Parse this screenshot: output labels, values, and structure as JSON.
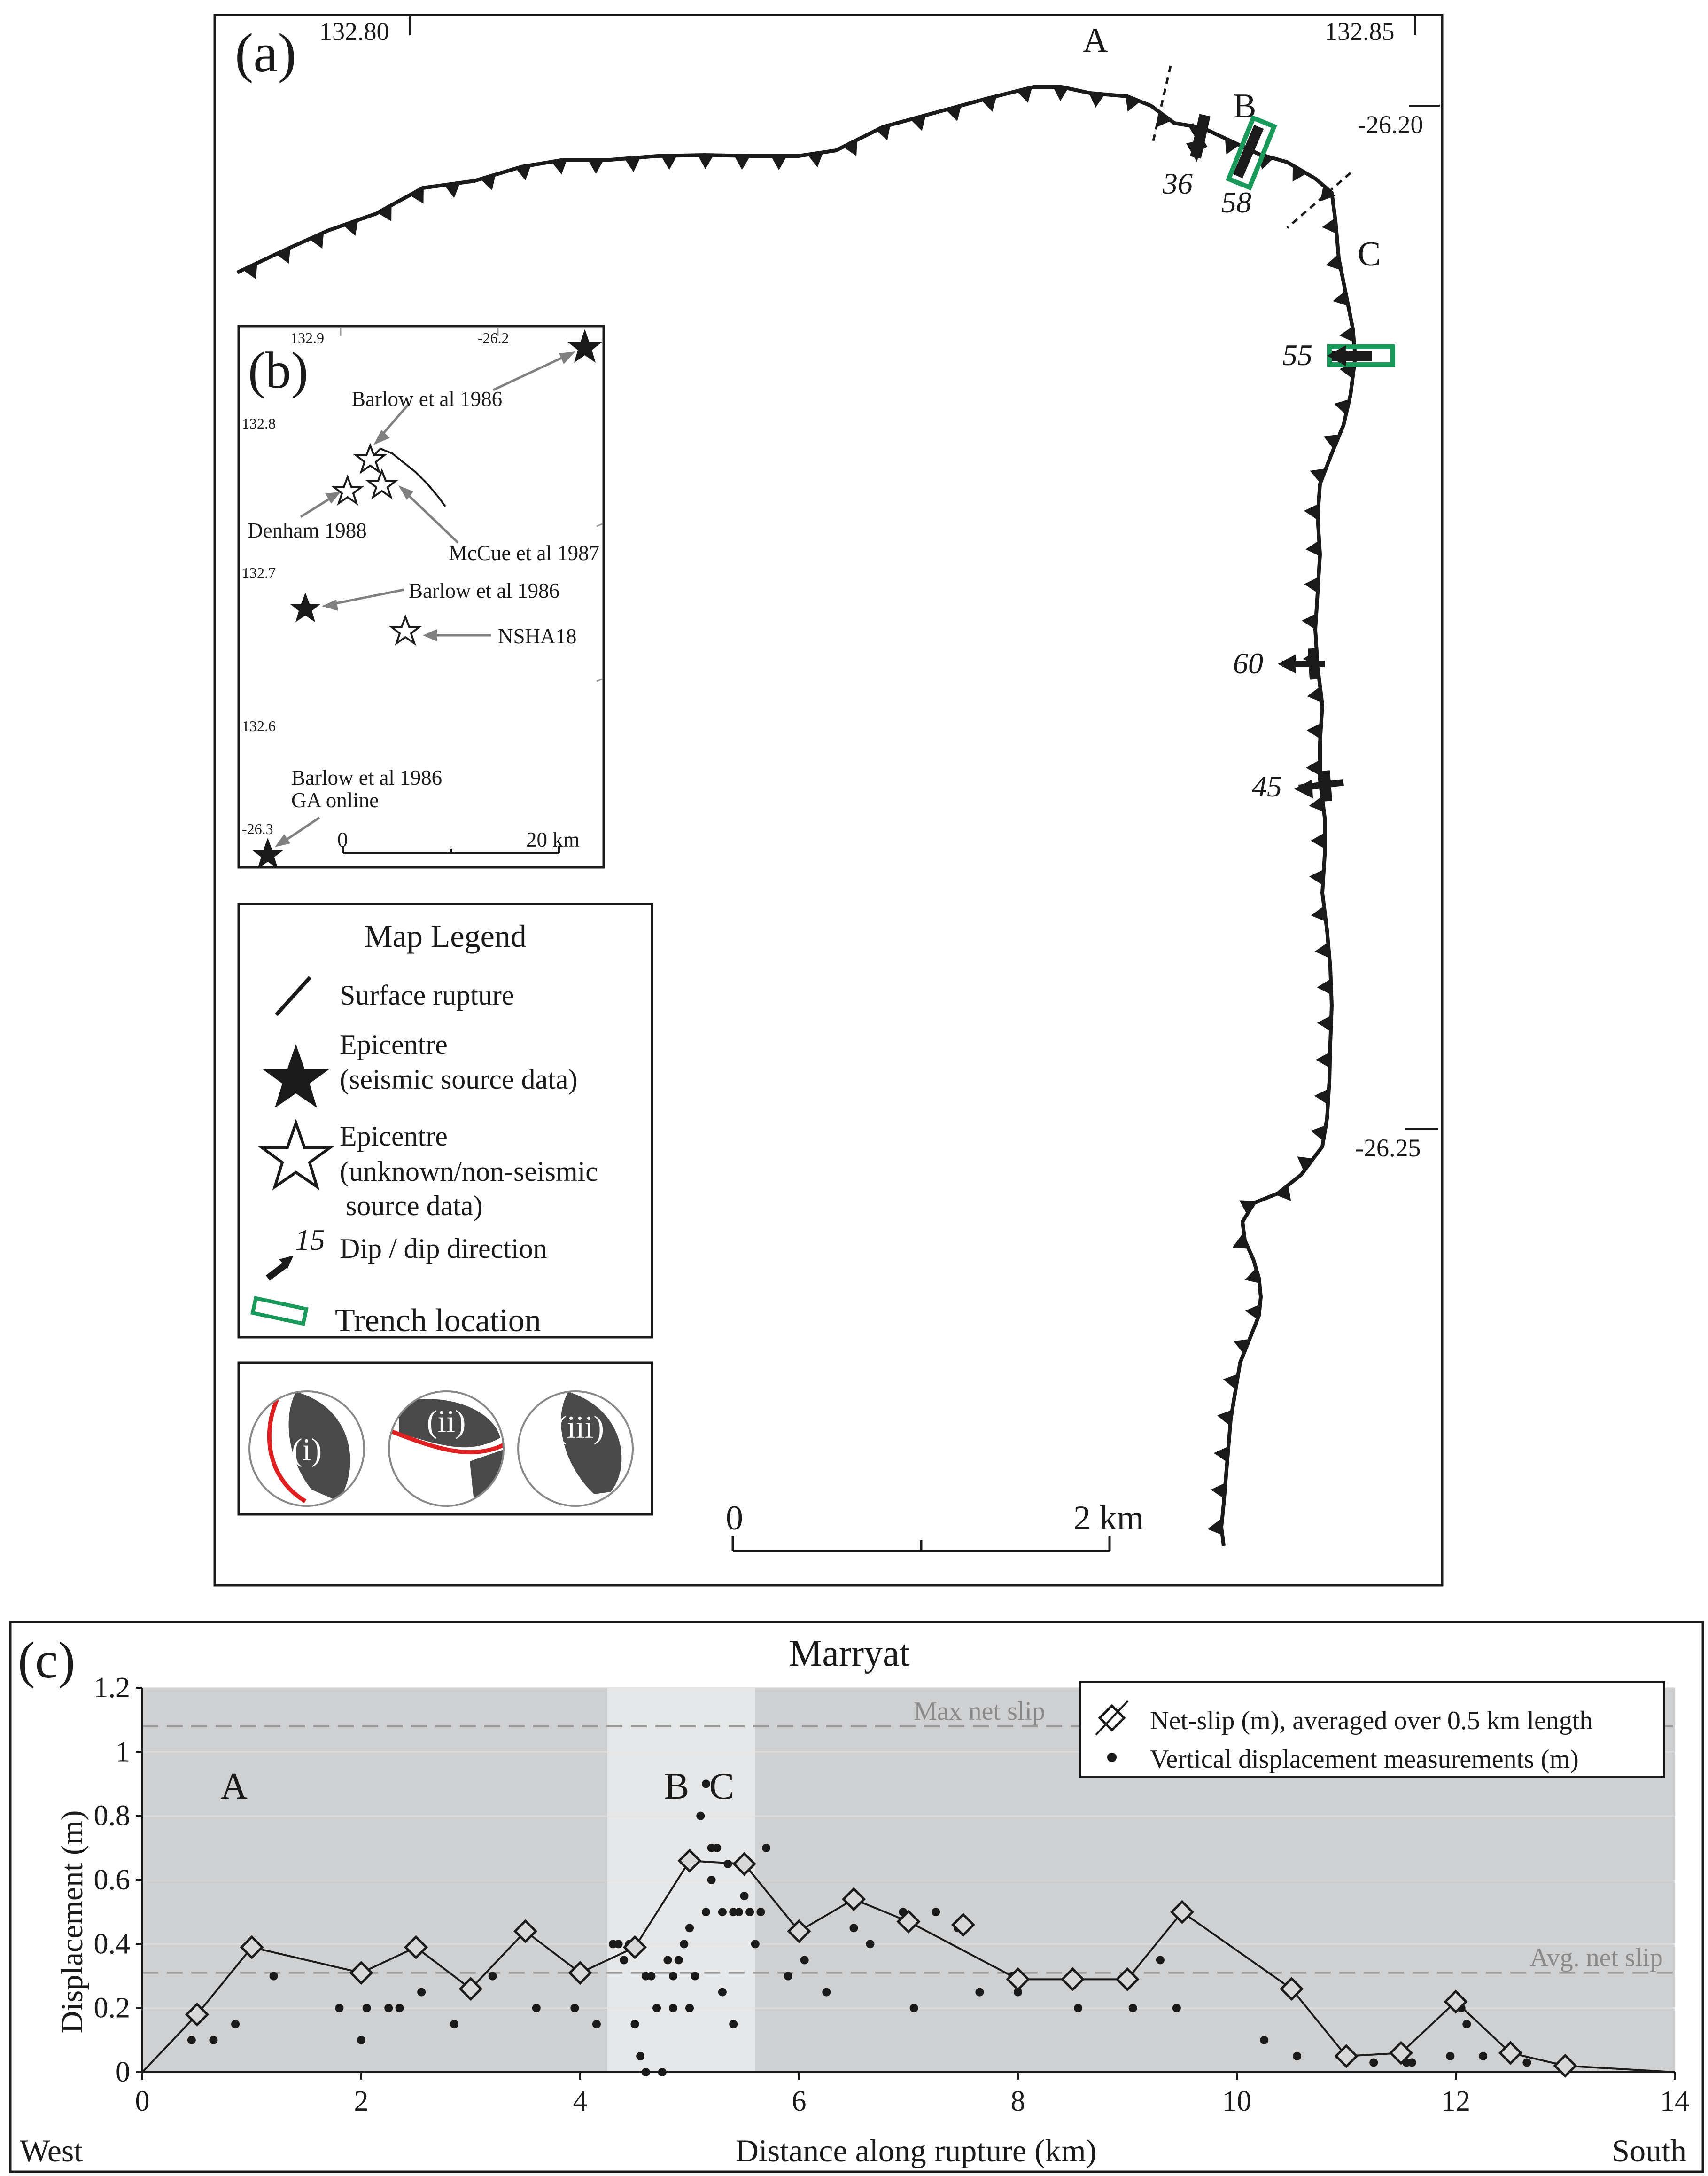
{
  "panel_a": {
    "label": "(a)",
    "lon_labels": [
      "132.80",
      "132.85"
    ],
    "lat_labels": [
      "-26.20",
      "-26.25"
    ],
    "segment_labels": [
      "A",
      "B",
      "C"
    ],
    "dip_labels": [
      "36",
      "58",
      "55",
      "60",
      "45"
    ],
    "scale_labels": [
      "0",
      "2 km"
    ]
  },
  "panel_b": {
    "label": "(b)",
    "corner_ticks": [
      "132.9",
      "-26.2",
      "-26.3"
    ],
    "side_ticks": [
      "132.8",
      "132.7",
      "132.6"
    ],
    "annotations": [
      "Barlow et al 1986",
      "Denham 1988",
      "McCue et al 1987",
      "Barlow et al 1986",
      "NSHA18",
      "Barlow et al 1986",
      "GA online"
    ],
    "scale_labels": [
      "0",
      "20 km"
    ]
  },
  "legend": {
    "title": "Map Legend",
    "surface_rupture": "Surface rupture",
    "epicentre": "Epicentre",
    "seismic": "(seismic source data)",
    "epicentre2": "Epicentre",
    "unknown1": "(unknown/non-seismic",
    "unknown2": "source data)",
    "dip_number": "15",
    "dip": "Dip / dip direction",
    "trench": "Trench location"
  },
  "focal_mechanisms": [
    "(i)",
    "(ii)",
    "(iii)"
  ],
  "colors": {
    "trench": "#1a9a5a",
    "nodal_plane": "#e02020",
    "mechanism": "#4a4a4a",
    "zone_dark": "#cfd0d2",
    "zone_light": "#e6e7e8"
  },
  "chart_data": {
    "type": "line",
    "panel_label": "(c)",
    "title": "Marryat",
    "xlabel": "Distance along rupture (km)",
    "ylabel": "Displacement (m)",
    "x_left_label": "West",
    "x_right_label": "South",
    "xlim": [
      0,
      14
    ],
    "ylim": [
      0,
      1.2
    ],
    "xticks": [
      "0",
      "2",
      "4",
      "6",
      "8",
      "10",
      "12",
      "14"
    ],
    "yticks": [
      "0",
      "0.2",
      "0.4",
      "0.6",
      "0.8",
      "1",
      "1.2"
    ],
    "zones": [
      {
        "label": "A",
        "from": 0,
        "to": 4.25
      },
      {
        "label": "B",
        "from": 4.25,
        "to": 5.6
      },
      {
        "label": "C",
        "from": 5.6,
        "to": 14
      }
    ],
    "reference_lines": [
      {
        "label": "Max net slip",
        "y": 1.08
      },
      {
        "label": "Avg. net slip",
        "y": 0.31
      }
    ],
    "series": [
      {
        "name": "Net-slip (m), averaged over 0.5 km length",
        "marker": "diamond",
        "line_x": [
          0,
          0.5,
          1,
          2,
          2.5,
          3,
          3.5,
          4,
          4.5,
          5,
          5.5,
          6,
          6.5,
          7,
          8,
          8.5,
          9,
          9.5,
          10.5,
          11,
          11.5,
          12,
          12.5,
          13,
          14
        ],
        "line_y": [
          0,
          0.18,
          0.39,
          0.31,
          0.39,
          0.26,
          0.44,
          0.31,
          0.39,
          0.66,
          0.65,
          0.44,
          0.54,
          0.47,
          0.29,
          0.29,
          0.29,
          0.5,
          0.26,
          0.05,
          0.06,
          0.22,
          0.06,
          0.02,
          0
        ],
        "x": [
          0.5,
          1,
          2,
          2.5,
          3,
          3.5,
          4,
          4.5,
          5,
          5.5,
          6,
          6.5,
          7,
          7.5,
          8,
          8.5,
          9,
          9.5,
          10.5,
          11,
          11.5,
          12,
          12.5,
          13
        ],
        "y": [
          0.18,
          0.39,
          0.31,
          0.39,
          0.26,
          0.44,
          0.31,
          0.39,
          0.66,
          0.65,
          0.44,
          0.54,
          0.47,
          0.46,
          0.29,
          0.29,
          0.29,
          0.5,
          0.26,
          0.05,
          0.06,
          0.22,
          0.06,
          0.02
        ]
      },
      {
        "name": "Vertical displacement measurements (m)",
        "marker": "dot",
        "x": [
          0.45,
          0.65,
          0.85,
          1.2,
          1.8,
          2.0,
          2.05,
          2.25,
          2.35,
          2.55,
          2.85,
          3.2,
          3.6,
          3.95,
          4.15,
          4.3,
          4.35,
          4.4,
          4.45,
          4.5,
          4.55,
          4.6,
          4.6,
          4.65,
          4.7,
          4.75,
          4.8,
          4.85,
          4.85,
          4.9,
          4.95,
          5.0,
          5.0,
          5.05,
          5.1,
          5.15,
          5.15,
          5.2,
          5.2,
          5.25,
          5.3,
          5.3,
          5.35,
          5.4,
          5.4,
          5.45,
          5.5,
          5.55,
          5.6,
          5.65,
          5.7,
          5.9,
          6.05,
          6.25,
          6.5,
          6.65,
          6.95,
          7.05,
          7.25,
          7.45,
          7.65,
          7.95,
          8.0,
          8.55,
          9.05,
          9.3,
          9.45,
          10.25,
          10.55,
          11.25,
          11.55,
          11.6,
          11.95,
          12.05,
          12.1,
          12.25,
          12.65
        ],
        "y": [
          0.1,
          0.1,
          0.15,
          0.3,
          0.2,
          0.1,
          0.2,
          0.2,
          0.2,
          0.25,
          0.15,
          0.3,
          0.2,
          0.2,
          0.15,
          0.4,
          0.4,
          0.35,
          0.4,
          0.15,
          0.05,
          0.3,
          0.0,
          0.3,
          0.2,
          0.0,
          0.35,
          0.3,
          0.2,
          0.35,
          0.4,
          0.45,
          0.2,
          0.3,
          0.8,
          0.9,
          0.5,
          0.6,
          0.7,
          0.7,
          0.5,
          0.25,
          0.65,
          0.5,
          0.15,
          0.5,
          0.55,
          0.5,
          0.4,
          0.5,
          0.7,
          0.3,
          0.35,
          0.25,
          0.45,
          0.4,
          0.5,
          0.2,
          0.5,
          0.45,
          0.25,
          0.3,
          0.25,
          0.2,
          0.2,
          0.35,
          0.2,
          0.1,
          0.05,
          0.03,
          0.03,
          0.03,
          0.05,
          0.2,
          0.15,
          0.05,
          0.03
        ]
      }
    ],
    "grid": "horizontal",
    "legend": "top-right"
  }
}
